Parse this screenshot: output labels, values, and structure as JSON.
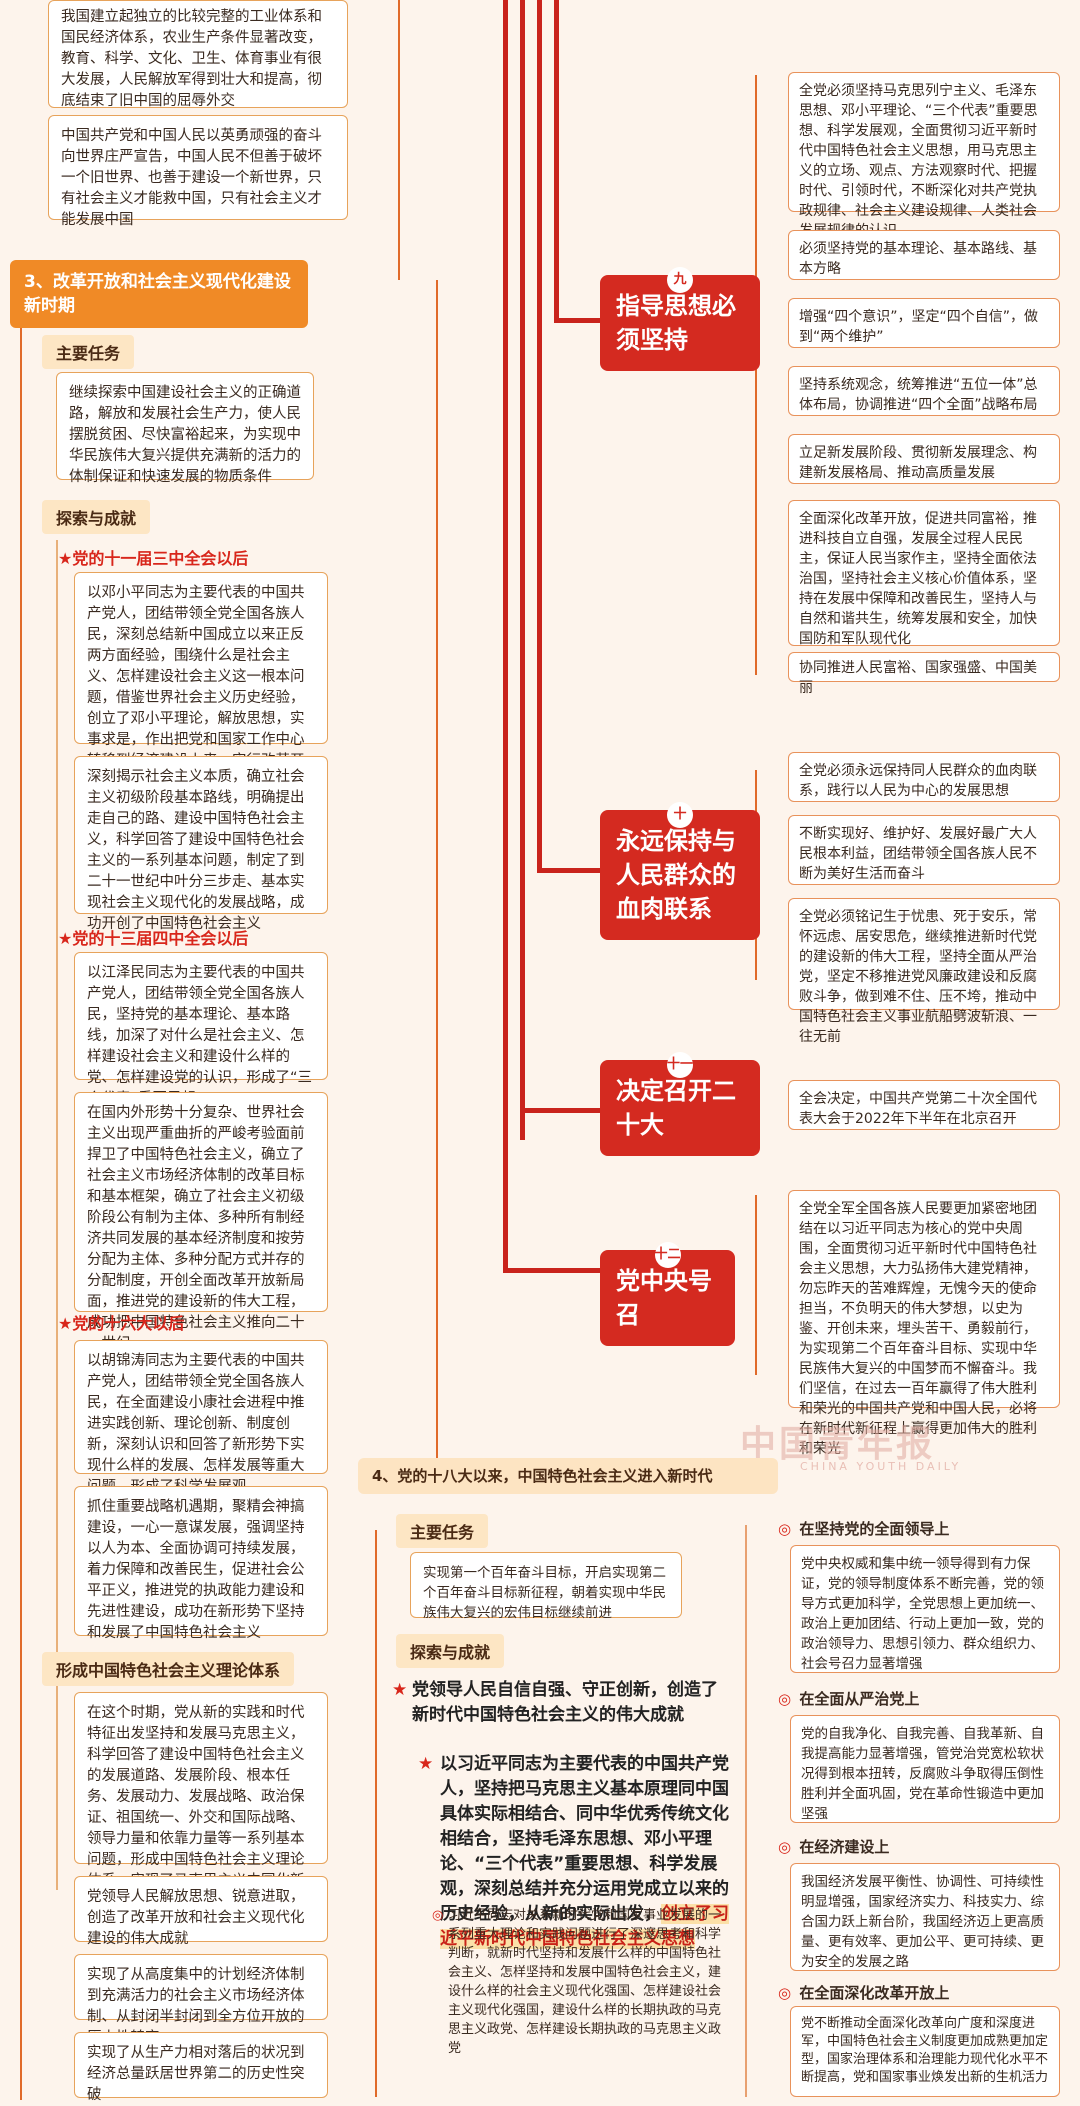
{
  "left_top": {
    "box1": "我国建立起独立的比较完整的工业体系和国民经济体系，农业生产条件显著改变，教育、科学、文化、卫生、体育事业有很大发展，人民解放军得到壮大和提高，彻底结束了旧中国的屈辱外交",
    "box2": "中国共产党和中国人民以英勇顽强的奋斗向世界庄严宣告，中国人民不但善于破坏一个旧世界、也善于建设一个新世界，只有社会主义才能救中国，只有社会主义才能发展中国"
  },
  "section3": {
    "title": "3、改革开放和社会主义现代化建设新时期",
    "task_label": "主要任务",
    "task_text": "继续探索中国建设社会主义的正确道路，解放和发展社会生产力，使人民摆脱贫困、尽快富裕起来，为实现中华民族伟大复兴提供充满新的活力的体制保证和快速发展的物质条件",
    "explore_label": "探索与成就",
    "sub1_title": "★党的十一届三中全会以后",
    "sub1_box1": "以邓小平同志为主要代表的中国共产党人，团结带领全党全国各族人民，深刻总结新中国成立以来正反两方面经验，围绕什么是社会主义、怎样建设社会主义这一根本问题，借鉴世界社会主义历史经验，创立了邓小平理论，解放思想，实事求是，作出把党和国家工作中心转移到经济建设上来、实行改革开放的历史性决策",
    "sub1_box2": "深刻揭示社会主义本质，确立社会主义初级阶段基本路线，明确提出走自己的路、建设中国特色社会主义，科学回答了建设中国特色社会主义的一系列基本问题，制定了到二十一世纪中叶分三步走、基本实现社会主义现代化的发展战略，成功开创了中国特色社会主义",
    "sub2_title": "★党的十三届四中全会以后",
    "sub2_box1": "以江泽民同志为主要代表的中国共产党人，团结带领全党全国各族人民，坚持党的基本理论、基本路线，加深了对什么是社会主义、怎样建设社会主义和建设什么样的党、怎样建设党的认识，形成了“三个代表”重要思想",
    "sub2_box2": "在国内外形势十分复杂、世界社会主义出现严重曲折的严峻考验面前捍卫了中国特色社会主义，确立了社会主义市场经济体制的改革目标和基本框架，确立了社会主义初级阶段公有制为主体、多种所有制经济共同发展的基本经济制度和按劳分配为主体、多种分配方式并存的分配制度，开创全面改革开放新局面，推进党的建设新的伟大工程，成功把中国特色社会主义推向二十一世纪",
    "sub3_title": "★党的十六大以后",
    "sub3_box1": "以胡锦涛同志为主要代表的中国共产党人，团结带领全党全国各族人民，在全面建设小康社会进程中推进实践创新、理论创新、制度创新，深刻认识和回答了新形势下实现什么样的发展、怎样发展等重大问题，形成了科学发展观",
    "sub3_box2": "抓住重要战略机遇期，聚精会神搞建设，一心一意谋发展，强调坚持以人为本、全面协调可持续发展，着力保障和改善民生，促进社会公平正义，推进党的执政能力建设和先进性建设，成功在新形势下坚持和发展了中国特色社会主义",
    "theory_label": "形成中国特色社会主义理论体系",
    "theory_box1": "在这个时期，党从新的实践和时代特征出发坚持和发展马克思主义，科学回答了建设中国特色社会主义的发展道路、发展阶段、根本任务、发展动力、发展战略、政治保证、祖国统一、外交和国际战略、领导力量和依靠力量等一系列基本问题，形成中国特色社会主义理论体系，实现了马克思主义中国化新的飞跃",
    "theory_box2": "党领导人民解放思想、锐意进取，创造了改革开放和社会主义现代化建设的伟大成就",
    "theory_box3": "实现了从高度集中的计划经济体制到充满活力的社会主义市场经济体制、从封闭半封闭到全方位开放的历史性转变",
    "theory_box4": "实现了从生产力相对落后的状况到经济总量跃居世界第二的历史性突破"
  },
  "chapters": {
    "c9": {
      "num": "九",
      "title": "指导思想必须坚持"
    },
    "c10": {
      "num": "十",
      "title": "永远保持与人民群众的血肉联系"
    },
    "c11": {
      "num": "十一",
      "title": "决定召开二十大"
    },
    "c12": {
      "num": "十二",
      "title": "党中央号召"
    }
  },
  "right9": [
    "全党必须坚持马克思列宁主义、毛泽东思想、邓小平理论、“三个代表”重要思想、科学发展观，全面贯彻习近平新时代中国特色社会主义思想，用马克思主义的立场、观点、方法观察时代、把握时代、引领时代，不断深化对共产党执政规律、社会主义建设规律、人类社会发展规律的认识",
    "必须坚持党的基本理论、基本路线、基本方略",
    "增强“四个意识”，坚定“四个自信”，做到“两个维护”",
    "坚持系统观念，统筹推进“五位一体”总体布局，协调推进“四个全面”战略布局",
    "立足新发展阶段、贯彻新发展理念、构建新发展格局、推动高质量发展",
    "全面深化改革开放，促进共同富裕，推进科技自立自强，发展全过程人民民主，保证人民当家作主，坚持全面依法治国，坚持社会主义核心价值体系，坚持在发展中保障和改善民生，坚持人与自然和谐共生，统筹发展和安全，加快国防和军队现代化",
    "协同推进人民富裕、国家强盛、中国美丽"
  ],
  "right10": [
    "全党必须永远保持同人民群众的血肉联系，践行以人民为中心的发展思想",
    "不断实现好、维护好、发展好最广大人民根本利益，团结带领全国各族人民不断为美好生活而奋斗",
    "全党必须铭记生于忧患、死于安乐，常怀远虑、居安思危，继续推进新时代党的建设新的伟大工程，坚持全面从严治党，坚定不移推进党风廉政建设和反腐败斗争，做到难不住、压不垮，推动中国特色社会主义事业航船劈波斩浪、一往无前"
  ],
  "right11": "全会决定，中国共产党第二十次全国代表大会于2022年下半年在北京召开",
  "right12": "全党全军全国各族人民要更加紧密地团结在以习近平同志为核心的党中央周围，全面贯彻习近平新时代中国特色社会主义思想，大力弘扬伟大建党精神，勿忘昨天的苦难辉煌，无愧今天的使命担当，不负明天的伟大梦想，以史为鉴、开创未来，埋头苦干、勇毅前行，为实现第二个百年奋斗目标、实现中华民族伟大复兴的中国梦而不懈奋斗。我们坚信，在过去一百年赢得了伟大胜利和荣光的中国共产党和中国人民，必将在新时代新征程上赢得更加伟大的胜利和荣光",
  "watermark": {
    "cn": "中国青年报",
    "en": "CHINA YOUTH DAILY"
  },
  "section4": {
    "title": "4、党的十八大以来，中国特色社会主义进入新时代",
    "task_label": "主要任务",
    "task_text": "实现第一个百年奋斗目标，开启实现第二个百年奋斗目标新征程，朝着实现中华民族伟大复兴的宏伟目标继续前进",
    "explore_label": "探索与成就",
    "star1": "党领导人民自信自强、守正创新，创造了新时代中国特色社会主义的伟大成就",
    "star2_a": "以习近平同志为主要代表的中国共产党人，坚持把马克思主义基本原理同中国具体实际相结合、同中华优秀传统文化相结合，坚持毛泽东思想、邓小平理论、“三个代表”重要思想、科学发展观，深刻总结并充分运用党成立以来的历史经验，从新的实际出发，",
    "star2_hl": "创立了习近平新时代中国特色社会主义思想",
    "sub_text": "习近平同志对关系新时代党和国家事业发展的一系列重大理论和实践问题进行了深邃思考和科学判断，就新时代坚持和发展什么样的中国特色社会主义、怎样坚持和发展中国特色社会主义，建设什么样的社会主义现代化强国、怎样建设社会主义现代化强国，建设什么样的长期执政的马克思主义政党、怎样建设长期执政的马克思主义政党",
    "r_head1": "在坚持党的全面领导上",
    "r_text1": "党中央权威和集中统一领导得到有力保证，党的领导制度体系不断完善，党的领导方式更加科学，全党思想上更加统一、政治上更加团结、行动上更加一致，党的政治领导力、思想引领力、群众组织力、社会号召力显著增强",
    "r_head2": "在全面从严治党上",
    "r_text2": "党的自我净化、自我完善、自我革新、自我提高能力显著增强，管党治党宽松软状况得到根本扭转，反腐败斗争取得压倒性胜利并全面巩固，党在革命性锻造中更加坚强",
    "r_head3": "在经济建设上",
    "r_text3": "我国经济发展平衡性、协调性、可持续性明显增强，国家经济实力、科技实力、综合国力跃上新台阶，我国经济迈上更高质量、更有效率、更加公平、更可持续、更为安全的发展之路",
    "r_head4": "在全面深化改革开放上",
    "r_text4": "党不断推动全面深化改革向广度和深度进军，中国特色社会主义制度更加成熟更加定型，国家治理体系和治理能力现代化水平不断提高，党和国家事业焕发出新的生机活力"
  }
}
